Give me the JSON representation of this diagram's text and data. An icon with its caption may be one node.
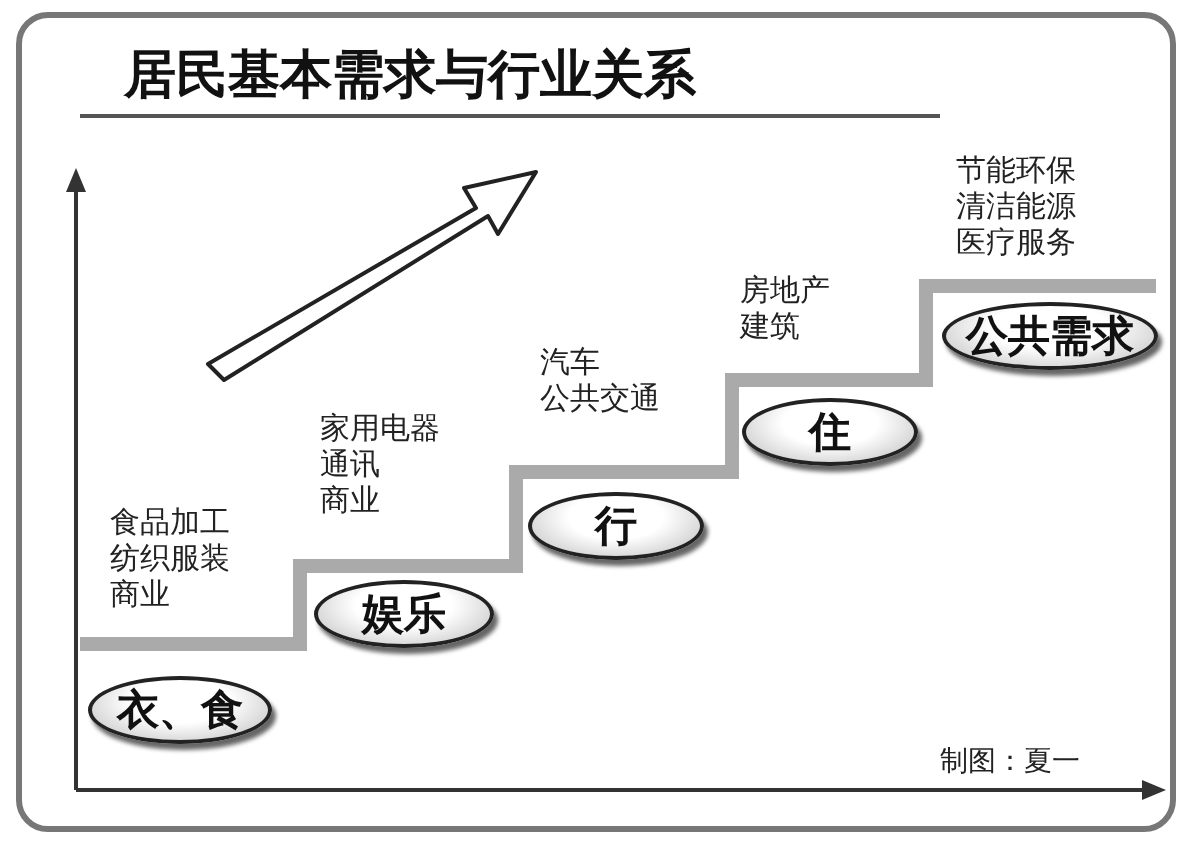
{
  "diagram": {
    "title": "居民基本需求与行业关系",
    "nodes": [
      {
        "text": [
          "衣、食"
        ],
        "beside": [
          "食品加工",
          "纺织服装",
          "商业"
        ]
      },
      {
        "text": [
          "娱乐"
        ],
        "beside": [
          "家用电器",
          "通讯",
          "商业"
        ]
      },
      {
        "text": [
          "行"
        ],
        "beside": [
          "汽车",
          "公共交通"
        ]
      },
      {
        "text": [
          "住"
        ],
        "beside": [
          "房地产",
          "建筑"
        ]
      },
      {
        "text": [
          "公共需求"
        ],
        "beside": [
          "节能环保",
          "清洁能源",
          "医疗服务"
        ]
      }
    ],
    "edges": [],
    "labels": [
      "制图：夏一"
    ]
  }
}
